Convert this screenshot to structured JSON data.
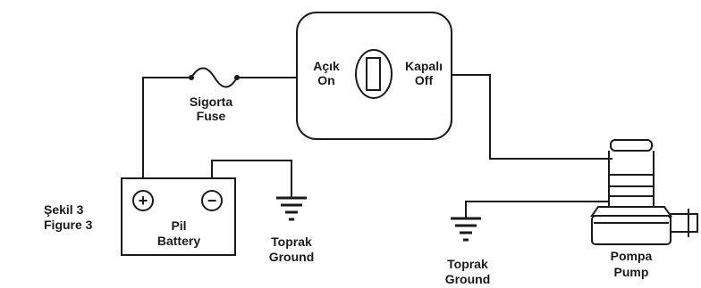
{
  "figure": {
    "label_tr": "Şekil 3",
    "label_en": "Figure 3"
  },
  "fuse": {
    "label_tr": "Sigorta",
    "label_en": "Fuse"
  },
  "switch": {
    "on_tr": "Açık",
    "on_en": "On",
    "off_tr": "Kapalı",
    "off_en": "Off"
  },
  "battery": {
    "label_tr": "Pil",
    "label_en": "Battery",
    "positive_symbol": "+",
    "negative_symbol": "−"
  },
  "ground_battery": {
    "label_tr": "Toprak",
    "label_en": "Ground"
  },
  "ground_pump": {
    "label_tr": "Toprak",
    "label_en": "Ground"
  },
  "pump": {
    "label_tr": "Pompa",
    "label_en": "Pump"
  }
}
